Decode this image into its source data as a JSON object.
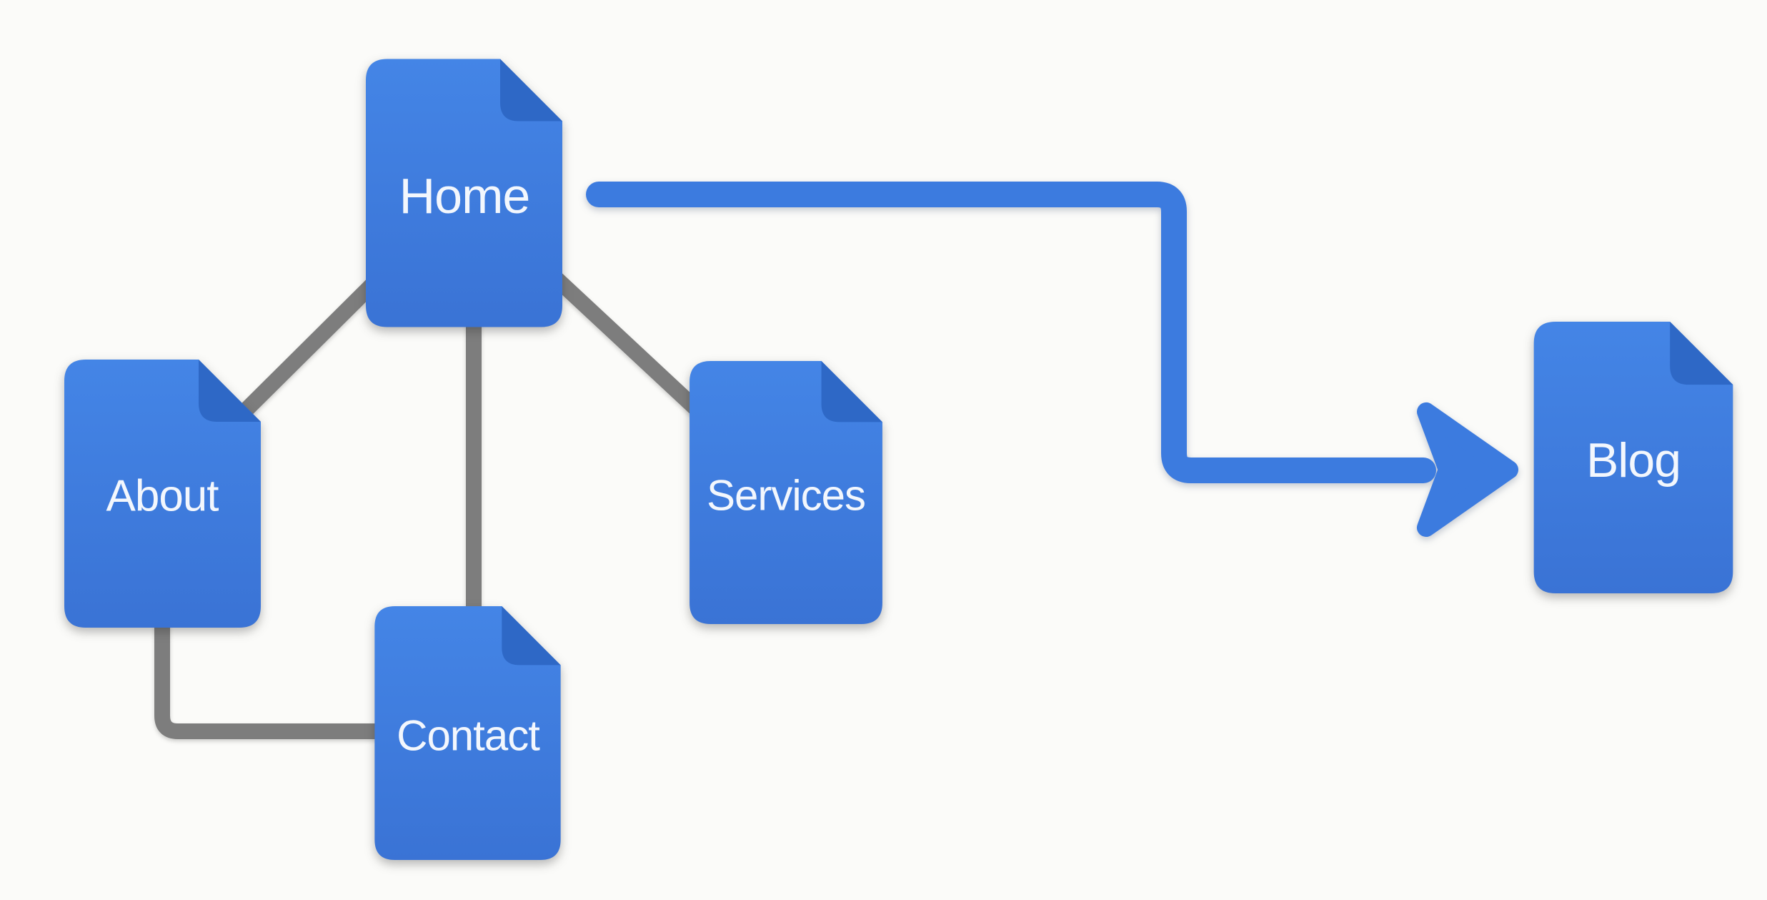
{
  "diagram": {
    "type": "sitemap-flowchart",
    "nodes": {
      "home": {
        "label": "Home"
      },
      "about": {
        "label": "About"
      },
      "services": {
        "label": "Services"
      },
      "contact": {
        "label": "Contact"
      },
      "blog": {
        "label": "Blog"
      }
    },
    "edges": [
      {
        "from": "home",
        "to": "about",
        "style": "straight-line",
        "color_role": "connector_gray"
      },
      {
        "from": "home",
        "to": "contact",
        "style": "straight-line",
        "color_role": "connector_gray"
      },
      {
        "from": "home",
        "to": "services",
        "style": "straight-line",
        "color_role": "connector_gray"
      },
      {
        "from": "about",
        "to": "contact",
        "style": "elbow-line",
        "color_role": "connector_gray"
      },
      {
        "from": "home",
        "to": "blog",
        "style": "elbow-arrow",
        "color_role": "arrow_blue"
      }
    ]
  },
  "colors": {
    "page_background": "#fbfbf9",
    "node_fill_top": "#4485e6",
    "node_fill_bottom": "#3a73d5",
    "node_fold": "#2e68c6",
    "node_label": "#f3f7fd",
    "connector_gray": "#7d7d7d",
    "arrow_blue": "#3c7bdf"
  }
}
